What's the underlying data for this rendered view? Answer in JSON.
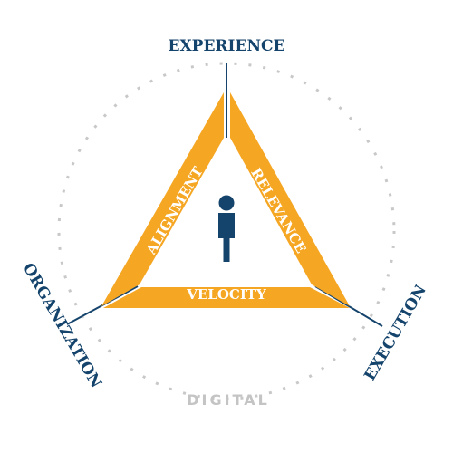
{
  "outer_labels": {
    "top": "EXPERIENCE",
    "left": "ORGANIZATION",
    "right": "EXECUTION",
    "bottom": "DIGITAL"
  },
  "inner_labels": {
    "left": "ALIGNMENT",
    "right": "RELEVANCE",
    "bottom": "VELOCITY"
  },
  "center_icon": "person-icon",
  "colors": {
    "triangle": "#f5a623",
    "navy": "#14436b",
    "dashed_circle": "#c8c8c8",
    "digital_text": "#c4c4c4",
    "inner_text": "#ffffff"
  }
}
